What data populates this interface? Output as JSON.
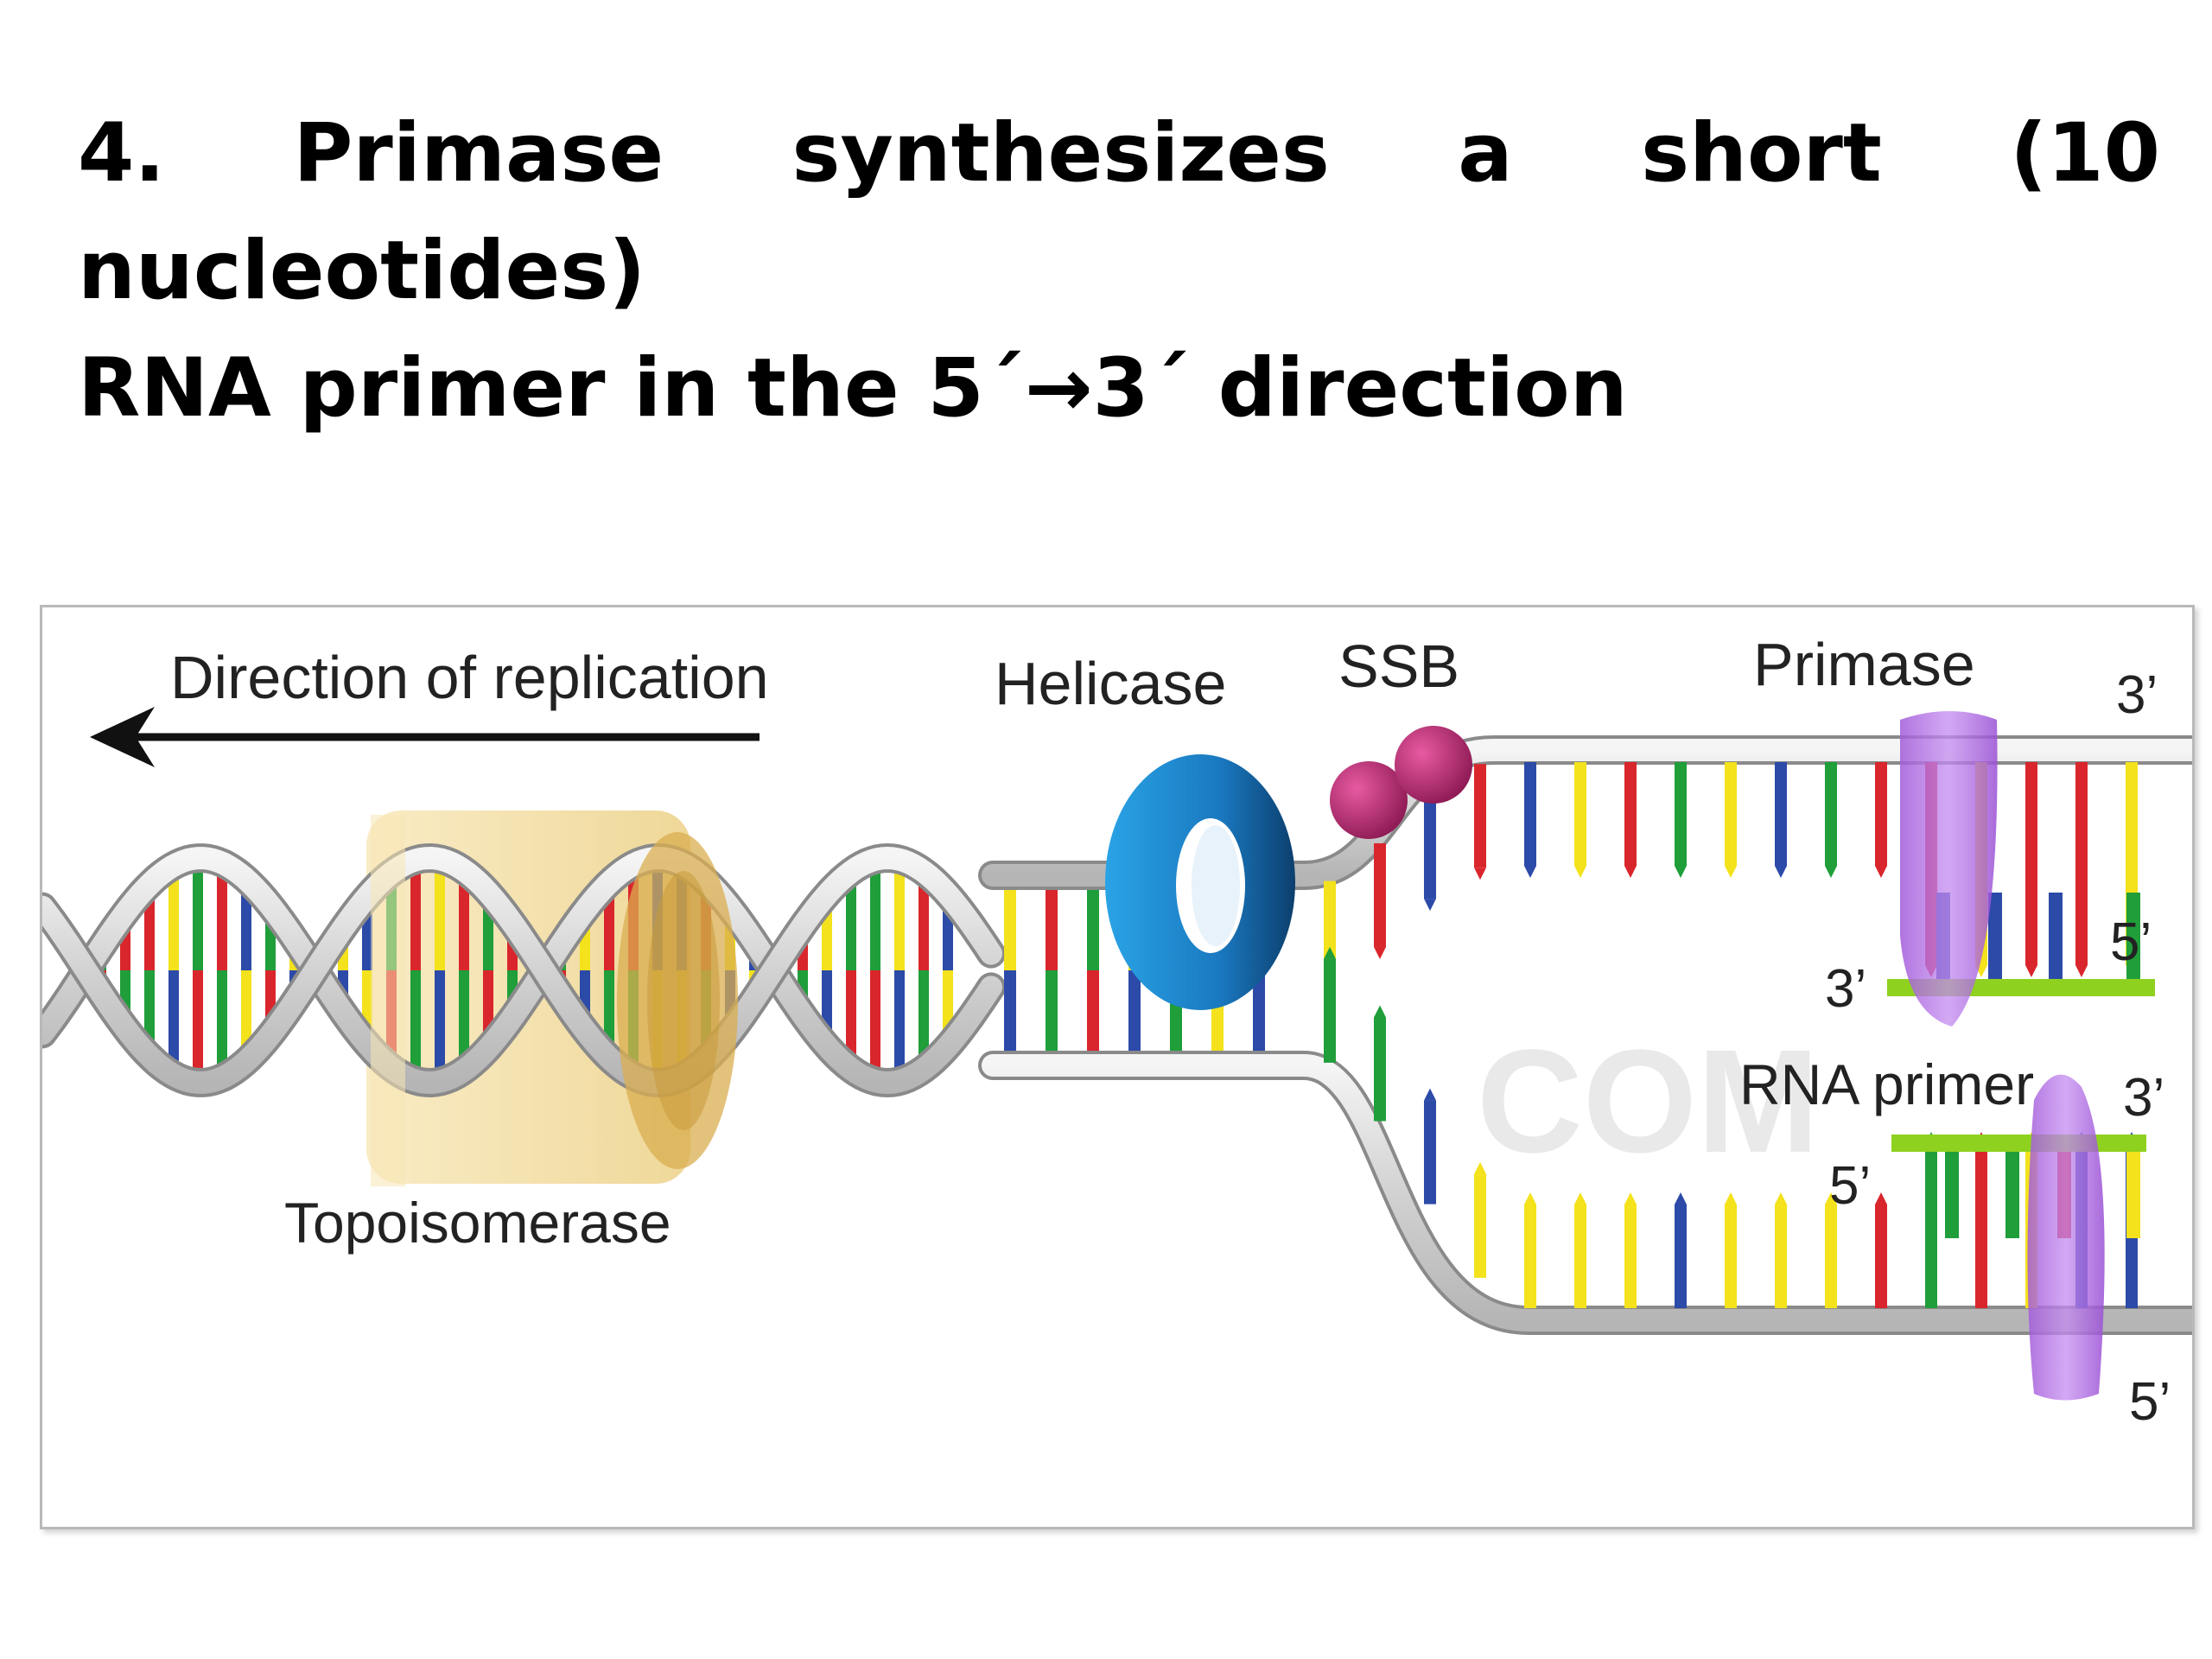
{
  "heading": {
    "line1": "4. Primase synthesizes a short (10 nucleotides)",
    "line2": "RNA primer in the 5´→3´ direction"
  },
  "figure": {
    "direction_label": "Direction of replication",
    "helicase_label": "Helicase",
    "ssb_label": "SSB",
    "primase_label": "Primase",
    "topoisomerase_label": "Topoisomerase",
    "rna_primer_label": "RNA primer",
    "watermark": "COM",
    "ends": {
      "top_strand_right": "3’",
      "upper_primer_right": "5’",
      "upper_primer_left": "3’",
      "lower_primer_right": "3’",
      "lower_primer_left": "5’",
      "bottom_strand_right": "5’"
    }
  },
  "colors": {
    "base_red": "#d9262c",
    "base_yellow": "#f3e21c",
    "base_green": "#1f9e3a",
    "base_blue": "#2c4aa8",
    "backbone": "#d4d4d4",
    "helicase": "#1e8fd6",
    "ssb": "#b8266e",
    "primase": "#b06fe0",
    "topoisomerase": "#efcf7c",
    "primer": "#8fd11f"
  }
}
